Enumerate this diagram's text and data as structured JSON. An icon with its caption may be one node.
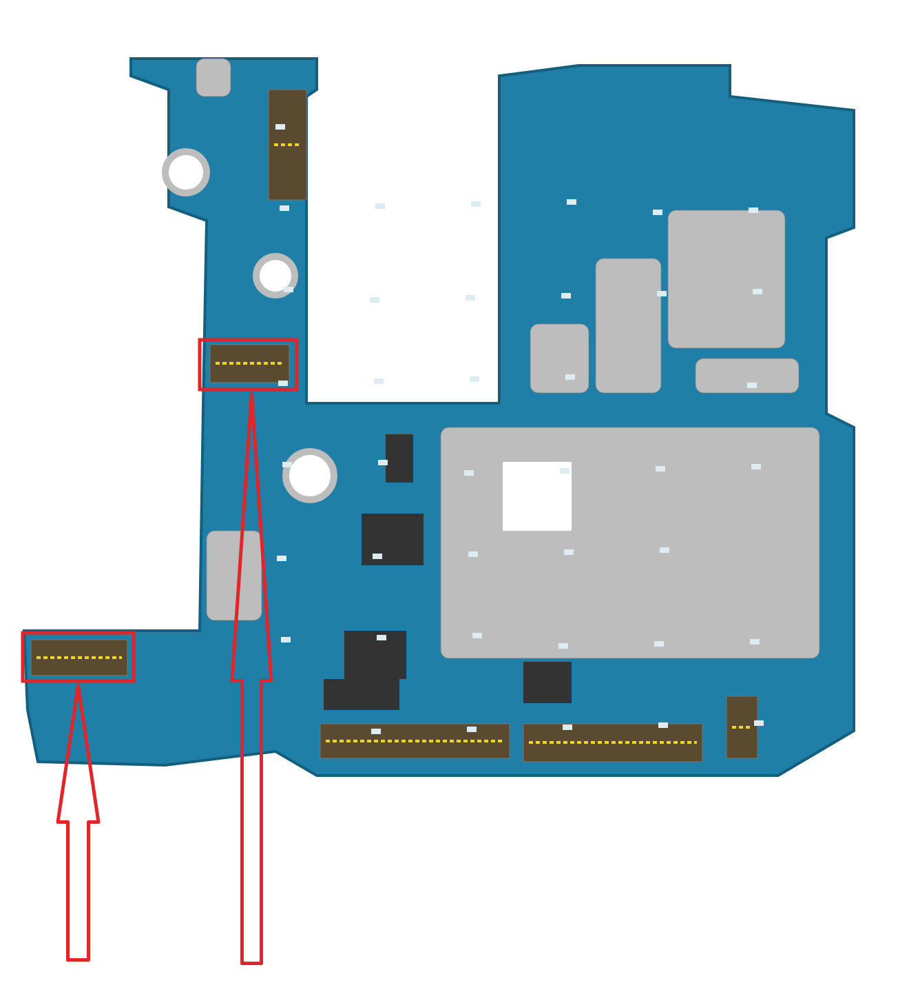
{
  "diagram": {
    "nodes": [
      {
        "text": [],
        "shape": "box"
      },
      {
        "text": [],
        "shape": "box"
      }
    ],
    "edges": [
      {
        "from": null,
        "to": 0,
        "arrow": "to"
      },
      {
        "from": null,
        "to": 1,
        "arrow": "to"
      }
    ]
  }
}
